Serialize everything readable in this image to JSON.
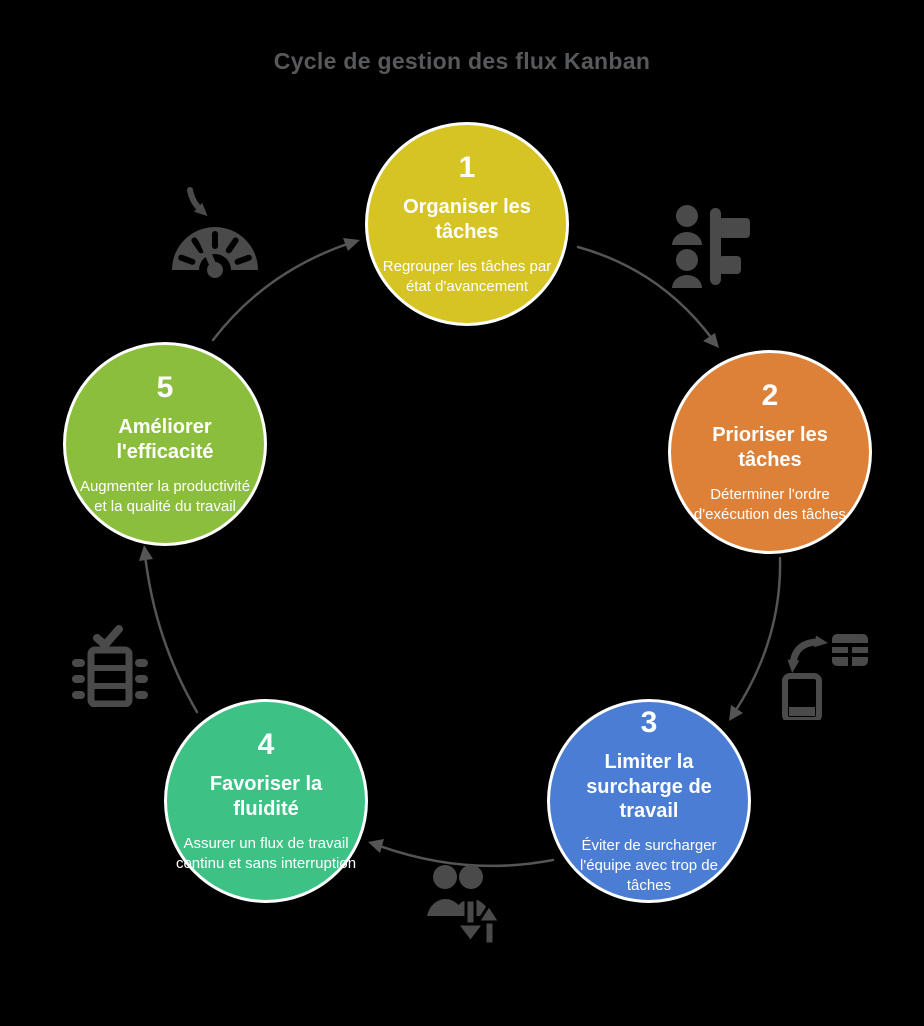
{
  "title": "Cycle de gestion des flux Kanban",
  "colors": {
    "background": "#000000",
    "title": "#58595b",
    "arrows": "#555555",
    "icons": "#4a4a4a",
    "circle_border": "#ffffff",
    "circle_text": "#ffffff"
  },
  "steps": [
    {
      "number": "1",
      "title": "Organiser les tâches",
      "description": "Regrouper les tâches par état d'avancement",
      "color": "#d6c424"
    },
    {
      "number": "2",
      "title": "Prioriser les tâches",
      "description": "Déterminer l'ordre d'exécution des tâches",
      "color": "#dd8139"
    },
    {
      "number": "3",
      "title": "Limiter la surcharge de travail",
      "description": "Éviter de surcharger l'équipe avec trop de tâches",
      "color": "#4a7dd3"
    },
    {
      "number": "4",
      "title": "Favoriser la fluidité",
      "description": "Assurer un flux de travail continu et sans interruption",
      "color": "#3ec185"
    },
    {
      "number": "5",
      "title": "Améliorer l'efficacité",
      "description": "Augmenter la productivité et la qualité du travail",
      "color": "#8cbe3d"
    }
  ],
  "icons": {
    "between_5_and_1": "speedometer-gauge-icon",
    "between_1_and_2": "team-priority-levels-icon",
    "between_2_and_3": "device-board-sync-icon",
    "between_3_and_4": "team-workload-arrows-icon",
    "between_4_and_5": "checklist-board-icon"
  }
}
